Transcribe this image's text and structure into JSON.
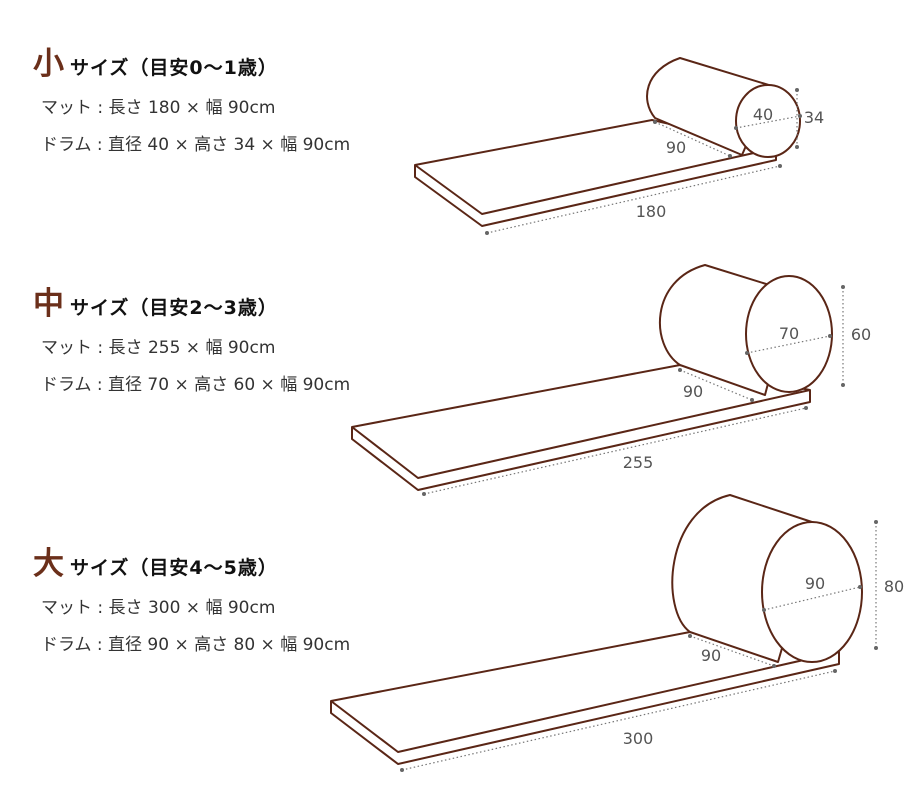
{
  "sections": [
    {
      "size": "小",
      "title": "サイズ（目安0～1歳）",
      "mat": "マット : 長さ 180 × 幅 90cm",
      "drum": "ドラム : 直径 40 × 高さ 34 × 幅 90cm",
      "dims": {
        "diameter": "40",
        "height": "34",
        "width": "90",
        "length": "180"
      }
    },
    {
      "size": "中",
      "title": "サイズ（目安2～3歳）",
      "mat": "マット : 長さ 255 × 幅 90cm",
      "drum": "ドラム : 直径 70 × 高さ 60 × 幅 90cm",
      "dims": {
        "diameter": "70",
        "height": "60",
        "width": "90",
        "length": "255"
      }
    },
    {
      "size": "大",
      "title": "サイズ（目安4～5歳）",
      "mat": "マット : 長さ 300 × 幅 90cm",
      "drum": "ドラム : 直径 90 × 高さ 80 × 幅 90cm",
      "dims": {
        "diameter": "90",
        "height": "80",
        "width": "90",
        "length": "300"
      }
    }
  ],
  "colors": {
    "accent": "#6b2f1a",
    "outline": "#5a2616"
  }
}
